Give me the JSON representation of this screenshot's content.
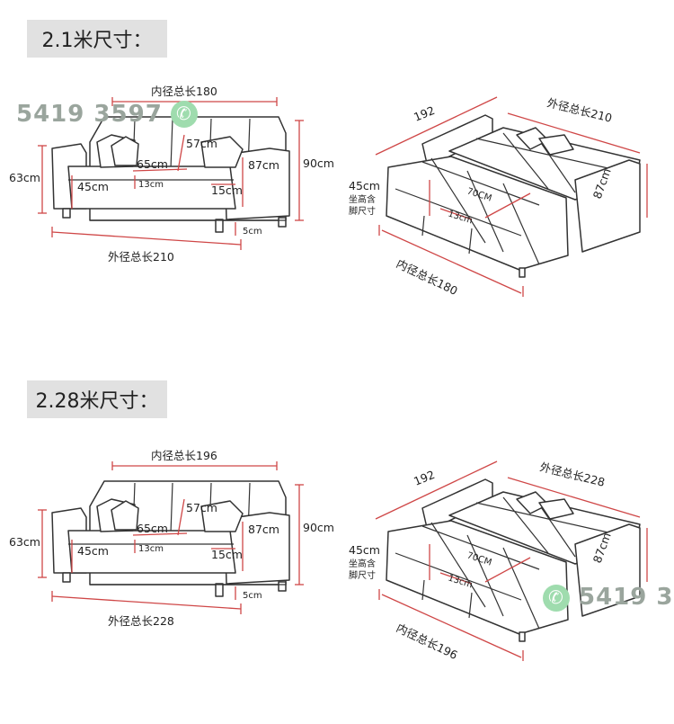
{
  "sections": [
    {
      "title": "2.1米尺寸：",
      "front": {
        "inner_length": "内径总长180",
        "outer_length": "外径总长210",
        "seat_height": "63cm",
        "total_height": "90cm",
        "depth": "87cm",
        "back_height": "57cm",
        "seat_depth": "65cm",
        "leg_seat": "45cm",
        "cushion": "13cm",
        "arm": "15cm",
        "leg": "5cm"
      },
      "bed": {
        "width": "192",
        "outer_length": "外径总长210",
        "depth": "87cm",
        "seat_label_1": "45cm",
        "seat_label_2": "坐高含",
        "seat_label_3": "脚尺寸",
        "mattress": "70CM",
        "cushion": "13cm",
        "inner_length": "内径总长180"
      }
    },
    {
      "title": "2.28米尺寸：",
      "front": {
        "inner_length": "内径总长196",
        "outer_length": "外径总长228",
        "seat_height": "63cm",
        "total_height": "90cm",
        "depth": "87cm",
        "back_height": "57cm",
        "seat_depth": "65cm",
        "leg_seat": "45cm",
        "cushion": "13cm",
        "arm": "15cm",
        "leg": "5cm"
      },
      "bed": {
        "width": "192",
        "outer_length": "外径总长228",
        "depth": "87cm",
        "seat_label_1": "45cm",
        "seat_label_2": "坐高含",
        "seat_label_3": "脚尺寸",
        "mattress": "70CM",
        "cushion": "13cm",
        "inner_length": "内径总长196"
      }
    }
  ],
  "watermarks": [
    "5419 3597",
    "5419 3"
  ]
}
